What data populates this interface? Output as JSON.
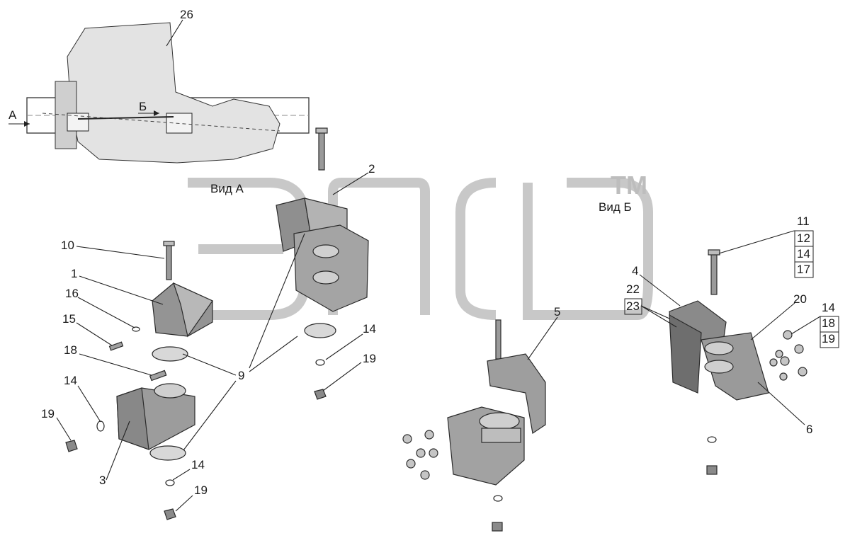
{
  "watermark": {
    "brand_mark": "ТМ"
  },
  "views": {
    "view_a": "Вид А",
    "view_b": "Вид Б",
    "arrow_a": "А",
    "arrow_b": "Б"
  },
  "callouts": {
    "c26": "26",
    "c2": "2",
    "c10": "10",
    "c1": "1",
    "c16": "16",
    "c15": "15",
    "c18": "18",
    "c14_left": "14",
    "c19_left": "19",
    "c3": "3",
    "c9": "9",
    "c14_mid": "14",
    "c19_mid": "19",
    "c14_bottom": "14",
    "c19_bottom": "19",
    "c5": "5",
    "c4": "4",
    "c22": "22",
    "c23": "23",
    "c11": "11",
    "c12": "12",
    "c14_stack": "14",
    "c17": "17",
    "c20": "20",
    "c14_right": "14",
    "c18_right": "18",
    "c19_right": "19",
    "c6": "6"
  }
}
